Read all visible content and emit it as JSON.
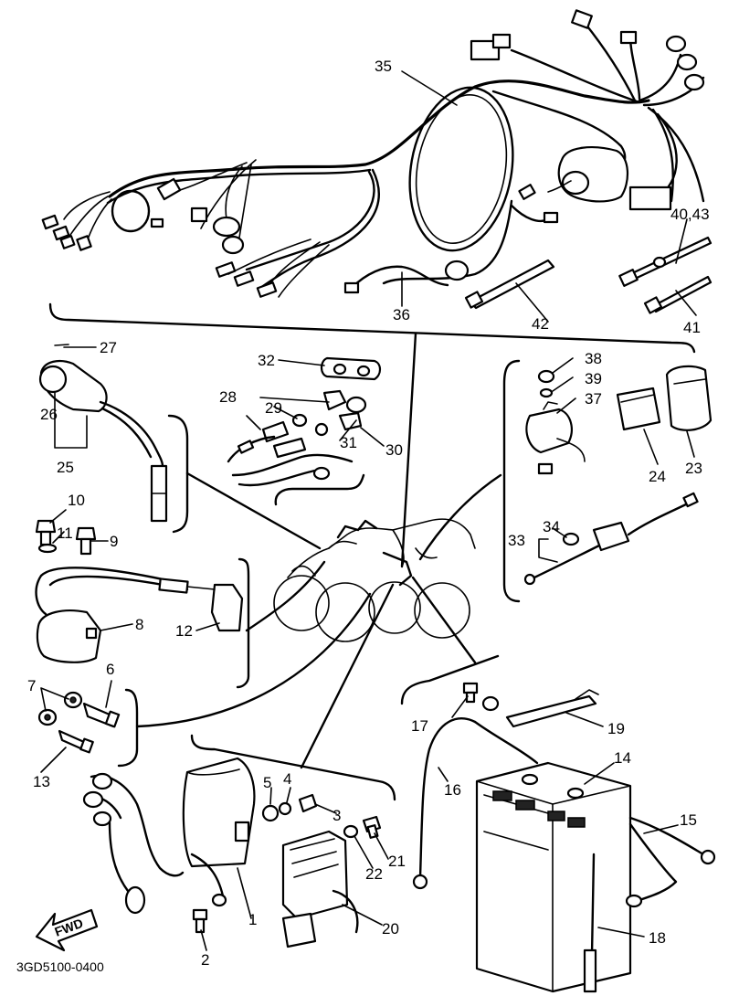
{
  "diagram": {
    "callouts": {
      "c1": "1",
      "c2": "2",
      "c3": "3",
      "c4": "4",
      "c5": "5",
      "c6": "6",
      "c7": "7",
      "c8": "8",
      "c9": "9",
      "c10": "10",
      "c11": "11",
      "c12": "12",
      "c13": "13",
      "c14": "14",
      "c15": "15",
      "c16": "16",
      "c17": "17",
      "c18": "18",
      "c19": "19",
      "c20": "20",
      "c21": "21",
      "c22": "22",
      "c23": "23",
      "c24": "24",
      "c25": "25",
      "c26": "26",
      "c27": "27",
      "c28": "28",
      "c29": "29",
      "c30": "30",
      "c31": "31",
      "c32": "32",
      "c33": "33",
      "c34": "34",
      "c35": "35",
      "c36": "36",
      "c37": "37",
      "c38": "38",
      "c39": "39",
      "c40_43": "40,43",
      "c41": "41",
      "c42": "42"
    },
    "fwd_label": "FWD",
    "drawing_code": "3GD5100-0400"
  }
}
